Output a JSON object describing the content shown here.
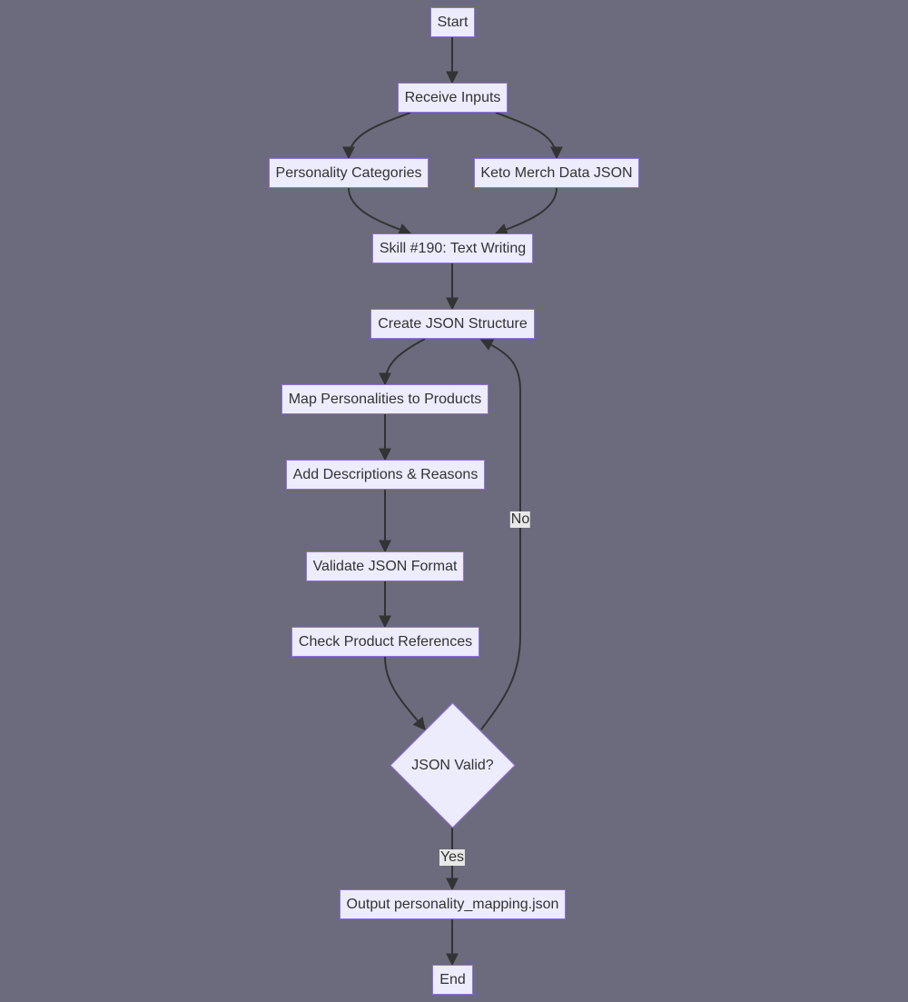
{
  "nodes": {
    "start": "Start",
    "receive_inputs": "Receive Inputs",
    "personality_categories": "Personality Categories",
    "keto_merch_data": "Keto Merch Data JSON",
    "skill": "Skill #190: Text Writing",
    "create_json": "Create JSON Structure",
    "map_personalities": "Map Personalities to Products",
    "add_descriptions": "Add Descriptions & Reasons",
    "validate_json": "Validate JSON Format",
    "check_references": "Check Product References",
    "json_valid": "JSON Valid?",
    "output": "Output personality_mapping.json",
    "end": "End"
  },
  "edge_labels": {
    "no": "No",
    "yes": "Yes"
  },
  "colors": {
    "background": "#6b6b7d",
    "node_fill": "#ececfd",
    "node_border": "#9370db",
    "edge": "#333333",
    "edge_label_bg": "#e8e8e8"
  }
}
